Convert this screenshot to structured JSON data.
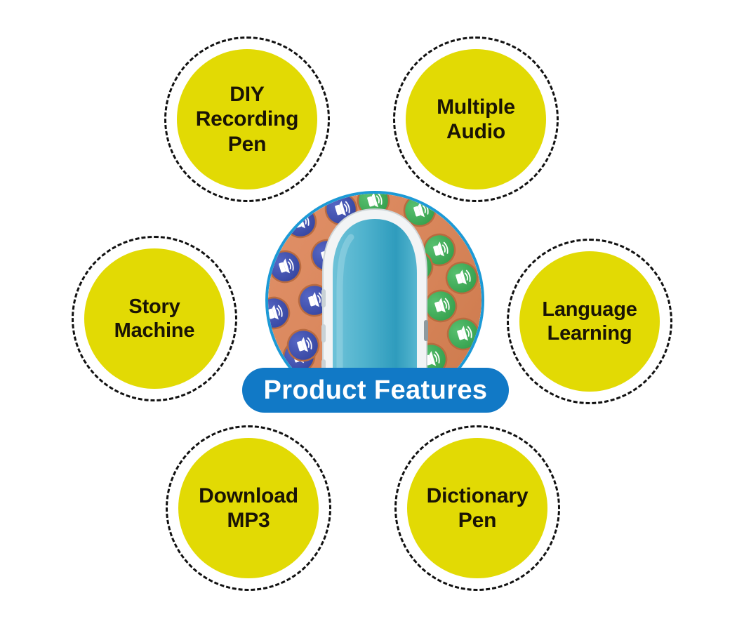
{
  "banner": {
    "title": "Product Features",
    "background_color": "#1179c6",
    "text_color": "#ffffff"
  },
  "theme": {
    "bubble_fill": "#e2da04",
    "bubble_border": "#111111",
    "bubble_text": "#1a1405",
    "photo_ring": "#1c9ad6",
    "page_background": "#ffffff"
  },
  "features": [
    {
      "id": "diy-recording-pen",
      "label": "DIY\nRecording\nPen",
      "position": "top-left"
    },
    {
      "id": "multiple-audio",
      "label": "Multiple\nAudio",
      "position": "top-right"
    },
    {
      "id": "story-machine",
      "label": "Story\nMachine",
      "position": "middle-left"
    },
    {
      "id": "language-learning",
      "label": "Language\nLearning",
      "position": "middle-right"
    },
    {
      "id": "download-mp3",
      "label": "Download\nMP3",
      "position": "bottom-left"
    },
    {
      "id": "dictionary-pen",
      "label": "Dictionary\nPen",
      "position": "bottom-right"
    }
  ],
  "center_photo": {
    "alt": "reading pen on orange sound book page",
    "icon_name": "reading-pen-photo",
    "pen_color": "#3faacb",
    "card_color": "#d98556",
    "button_colors": [
      "#3b4a9e",
      "#3aa851"
    ]
  }
}
